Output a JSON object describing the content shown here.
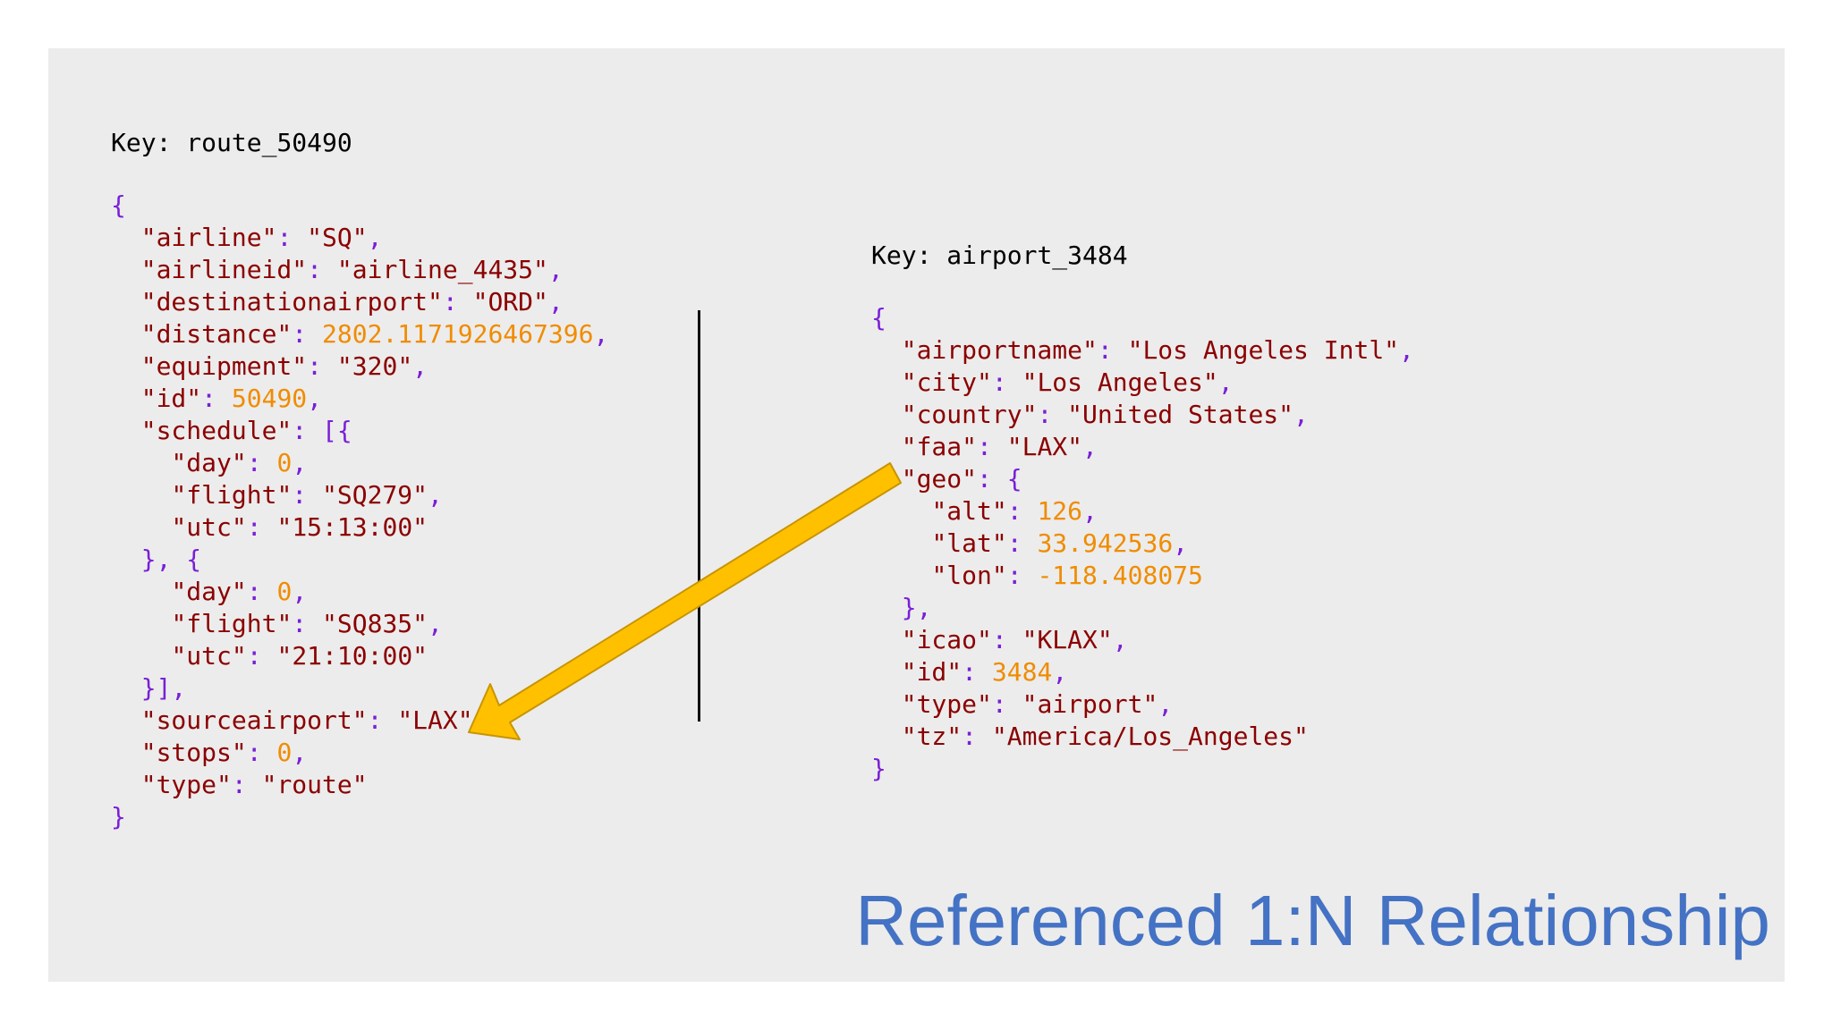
{
  "slide": {
    "title": "Referenced 1:N Relationship",
    "title_color": "#4472c4"
  },
  "route": {
    "key_label": "Key:",
    "key": "route_50490",
    "fields": {
      "airline": "SQ",
      "airlineid": "airline_4435",
      "destinationairport": "ORD",
      "distance": "2802.1171926467396",
      "equipment": "320",
      "id": "50490",
      "schedule": [
        {
          "day": "0",
          "flight": "SQ279",
          "utc": "15:13:00"
        },
        {
          "day": "0",
          "flight": "SQ835",
          "utc": "21:10:00"
        }
      ],
      "sourceairport": "LAX",
      "stops": "0",
      "type": "route"
    }
  },
  "airport": {
    "key_label": "Key:",
    "key": "airport_3484",
    "fields": {
      "airportname": "Los Angeles Intl",
      "city": "Los Angeles",
      "country": "United States",
      "faa": "LAX",
      "geo": {
        "alt": "126",
        "lat": "33.942536",
        "lon": "-118.408075"
      },
      "icao": "KLAX",
      "id": "3484",
      "type": "airport",
      "tz": "America/Los_Angeles"
    }
  },
  "colors": {
    "key_string": "#8b0000",
    "number": "#f08c00",
    "punctuation": "#7a1fd6",
    "arrow_fill": "#ffc000",
    "arrow_stroke": "#c89400"
  }
}
